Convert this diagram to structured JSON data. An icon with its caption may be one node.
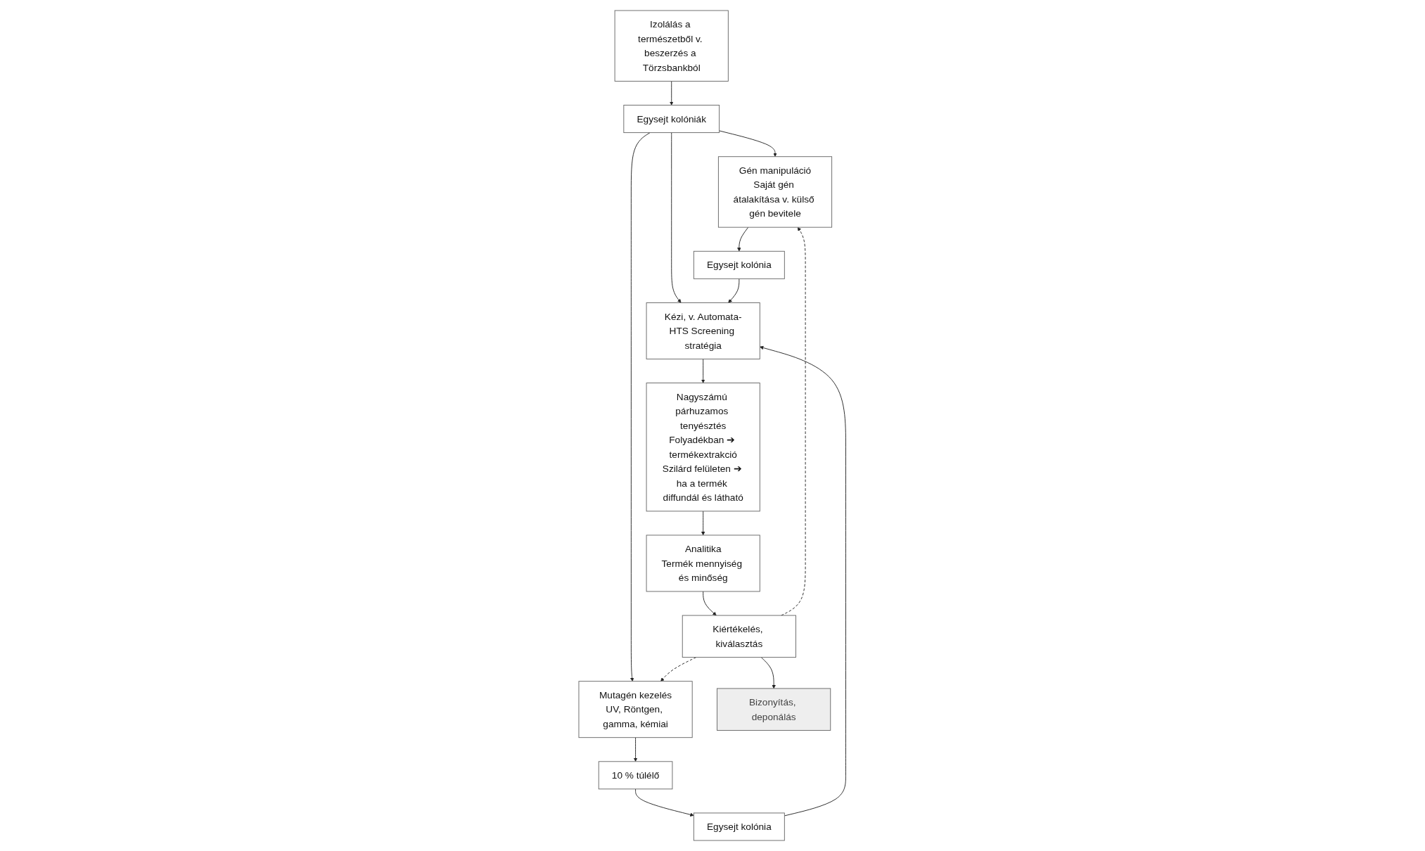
{
  "diagram": {
    "nodes": [
      {
        "text": [
          "Izolálás a természetből v. beszerzés a Törzsbankból"
        ]
      },
      {
        "text": [
          "Egysejt kolóniák"
        ]
      },
      {
        "text": [
          "Gén manipuláció",
          "Saját gén átalakítása v. külső gén bevitele"
        ]
      },
      {
        "text": [
          "Mutagén kezelés",
          "UV, Röntgen, gamma, kémiai"
        ]
      },
      {
        "text": [
          "Kézi, v. Automata-HTS Screening stratégia"
        ]
      },
      {
        "text": [
          "Egysejt kolónia"
        ]
      },
      {
        "text": [
          "10 % túlélő"
        ]
      },
      {
        "text": [
          "Egysejt kolónia"
        ]
      },
      {
        "text": [
          "Nagyszámú párhuzamos tenyésztés",
          "Folyadékban ➔ termékextrakció",
          "Szilárd felületen ➔ ha a termék diffundál és látható"
        ]
      },
      {
        "text": [
          "Analitika",
          "Termék mennyiség és minőség"
        ]
      },
      {
        "text": [
          "Kiértékelés, kiválasztás"
        ]
      },
      {
        "text": [
          "Bizonyítás, deponálás"
        ]
      }
    ],
    "edges": [
      {
        "from": 0,
        "to": 1,
        "arrow": "to"
      },
      {
        "from": 1,
        "to": 2,
        "arrow": "to"
      },
      {
        "from": 1,
        "to": 3,
        "arrow": "to"
      },
      {
        "from": 1,
        "to": 4,
        "arrow": "to"
      },
      {
        "from": 2,
        "to": 5,
        "arrow": "to"
      },
      {
        "from": 5,
        "to": 4,
        "arrow": "to"
      },
      {
        "from": 3,
        "to": 6,
        "arrow": "to"
      },
      {
        "from": 6,
        "to": 7,
        "arrow": "to"
      },
      {
        "from": 7,
        "to": 4,
        "arrow": "to"
      },
      {
        "from": 4,
        "to": 8,
        "arrow": "to"
      },
      {
        "from": 8,
        "to": 9,
        "arrow": "to"
      },
      {
        "from": 9,
        "to": 10,
        "arrow": "to"
      },
      {
        "from": 10,
        "to": 11,
        "arrow": "to"
      },
      {
        "from": 10,
        "to": 3,
        "arrow": "to",
        "style": "dashed"
      },
      {
        "from": 10,
        "to": 2,
        "arrow": "to",
        "style": "dashed"
      }
    ]
  }
}
